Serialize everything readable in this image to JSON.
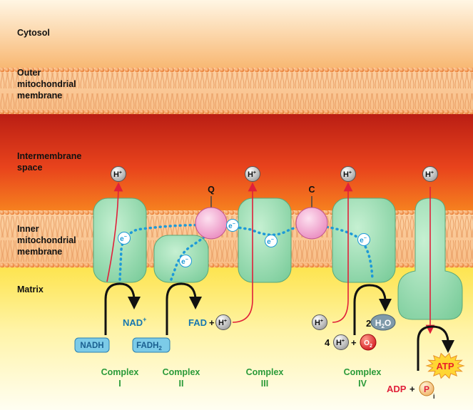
{
  "regions": {
    "cytosol": "Cytosol",
    "outer_membrane": [
      "Outer",
      "mitochondrial",
      "membrane"
    ],
    "intermembrane_space": [
      "Intermembrane",
      "space"
    ],
    "inner_membrane": [
      "Inner",
      "mitochondrial",
      "membrane"
    ],
    "matrix": "Matrix"
  },
  "carriers": {
    "q": "Q",
    "c": "C"
  },
  "electron": {
    "symbol": "e",
    "sup": "−"
  },
  "proton": {
    "symbol": "H",
    "sup": "+"
  },
  "molecules": {
    "nad_plus": "NAD",
    "nad_plus_sup": "+",
    "nadh": "NADH",
    "fadh2_base": "FADH",
    "fadh2_sub": "2",
    "fad": "FAD",
    "plus": "+",
    "water_coef": "2",
    "water_h": "H",
    "water_sub": "2",
    "water_o": "O",
    "proton_coef": "4",
    "oxygen_o": "O",
    "oxygen_sub": "2",
    "adp": "ADP",
    "pi": "P",
    "pi_sub": "i",
    "atp": "ATP"
  },
  "complexes": [
    {
      "line1": "Complex",
      "line2": "I"
    },
    {
      "line1": "Complex",
      "line2": "II"
    },
    {
      "line1": "Complex",
      "line2": "III"
    },
    {
      "line1": "Complex",
      "line2": "IV"
    }
  ],
  "colors": {
    "complex_fill": "#9fe0b8",
    "complex_label": "#2a9a3a",
    "proton_arrow": "#e0203a",
    "electron_path": "#1e9ad8",
    "carrier_fill": "#f4a9d2",
    "molecule_box": "#7ccbe8",
    "molecule_text": "#1677b0",
    "atp_fill": "#ffd633",
    "atp_text": "#e8202a"
  }
}
